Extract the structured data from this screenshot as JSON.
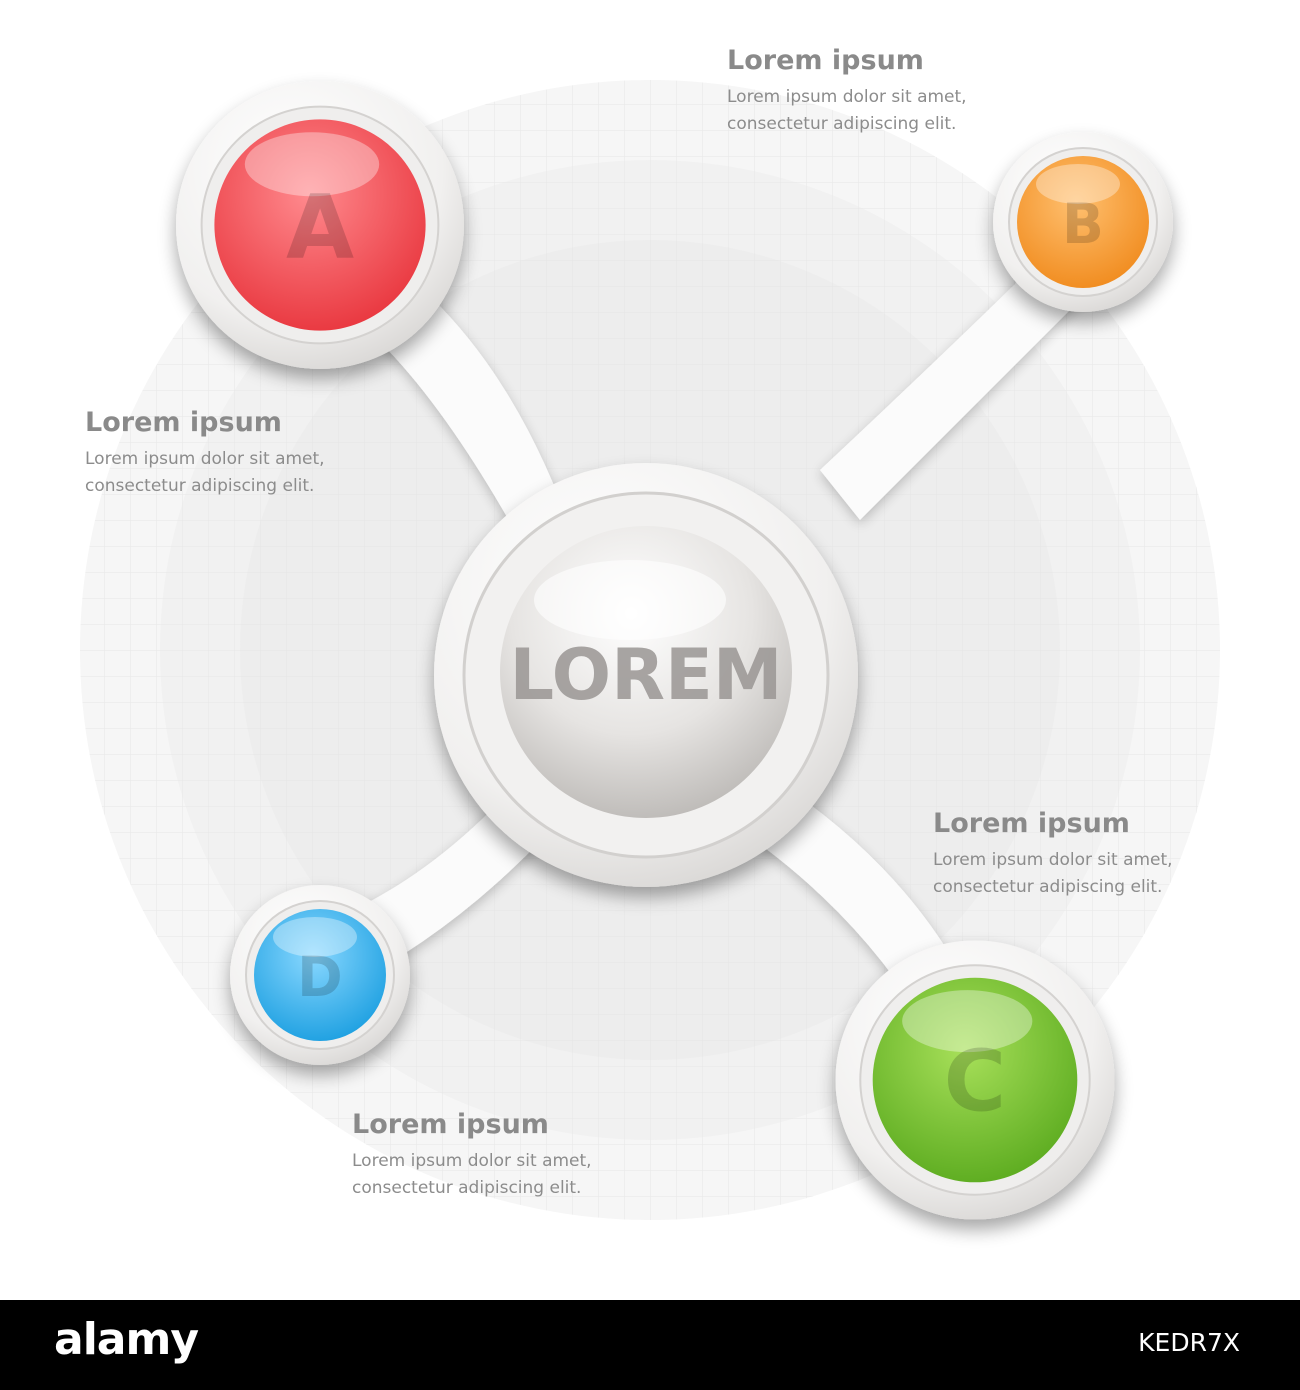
{
  "center": {
    "label": "LOREM"
  },
  "nodes": [
    {
      "letter": "A",
      "color": "#e8343c",
      "light": "#ff8a8e"
    },
    {
      "letter": "B",
      "color": "#f08a1c",
      "light": "#ffc070"
    },
    {
      "letter": "C",
      "color": "#5aaa1e",
      "light": "#a8e05a"
    },
    {
      "letter": "D",
      "color": "#1a9ee0",
      "light": "#8ad8ff"
    }
  ],
  "text_blocks": [
    {
      "title": "Lorem ipsum",
      "line1": "Lorem ipsum dolor sit amet,",
      "line2": "consectetur adipiscing elit."
    },
    {
      "title": "Lorem ipsum",
      "line1": "Lorem ipsum dolor sit amet,",
      "line2": "consectetur adipiscing elit."
    },
    {
      "title": "Lorem ipsum",
      "line1": "Lorem ipsum dolor sit amet,",
      "line2": "consectetur adipiscing elit."
    },
    {
      "title": "Lorem ipsum",
      "line1": "Lorem ipsum dolor sit amet,",
      "line2": "consectetur adipiscing elit."
    }
  ],
  "footer": {
    "logo": "alamy",
    "image_id": "KEDR7X"
  }
}
